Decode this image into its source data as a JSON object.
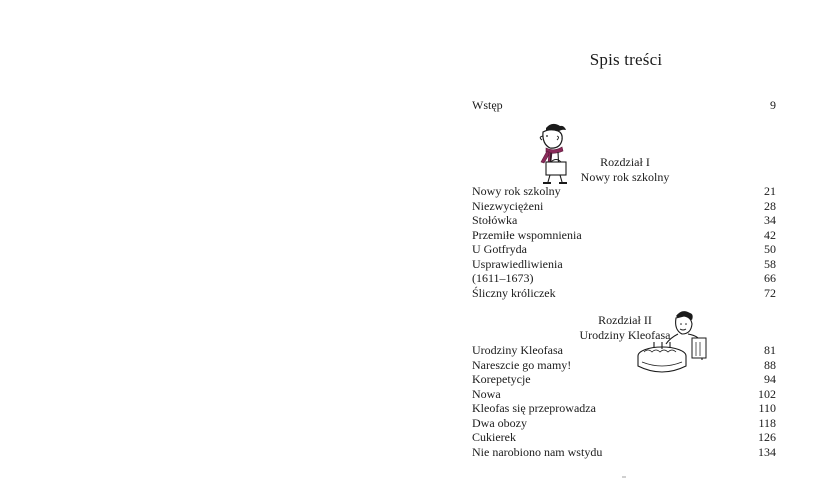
{
  "toc": {
    "title": "Spis treści",
    "intro": {
      "title": "Wstęp",
      "page": "9"
    },
    "chapters": [
      {
        "heading": "Rozdział I",
        "subtitle": "Nowy rok szkolny",
        "entries": [
          {
            "title": "Nowy rok szkolny",
            "page": "21"
          },
          {
            "title": "Niezwyciężeni",
            "page": "28"
          },
          {
            "title": "Stołówka",
            "page": "34"
          },
          {
            "title": "Przemiłe wspomnienia",
            "page": "42"
          },
          {
            "title": "U Gotfryda",
            "page": "50"
          },
          {
            "title": "Usprawiedliwienia",
            "page": "58"
          },
          {
            "title": "(1611–1673)",
            "page": "66"
          },
          {
            "title": "Śliczny króliczek",
            "page": "72"
          }
        ]
      },
      {
        "heading": "Rozdział II",
        "subtitle": "Urodziny Kleofasa",
        "entries": [
          {
            "title": "Urodziny Kleofasa",
            "page": "81"
          },
          {
            "title": "Nareszcie go mamy!",
            "page": "88"
          },
          {
            "title": "Korepetycje",
            "page": "94"
          },
          {
            "title": "Nowa",
            "page": "102"
          },
          {
            "title": "Kleofas się przeprowadza",
            "page": "110"
          },
          {
            "title": "Dwa obozy",
            "page": "118"
          },
          {
            "title": "Cukierek",
            "page": "126"
          },
          {
            "title": "Nie narobiono nam wstydu",
            "page": "134"
          }
        ]
      }
    ]
  },
  "illustrations": {
    "chapter1": {
      "icon": "boy-with-scarf-icon",
      "scarf_color": "#8a2a5a"
    },
    "chapter2": {
      "icon": "boy-with-cake-icon"
    }
  }
}
